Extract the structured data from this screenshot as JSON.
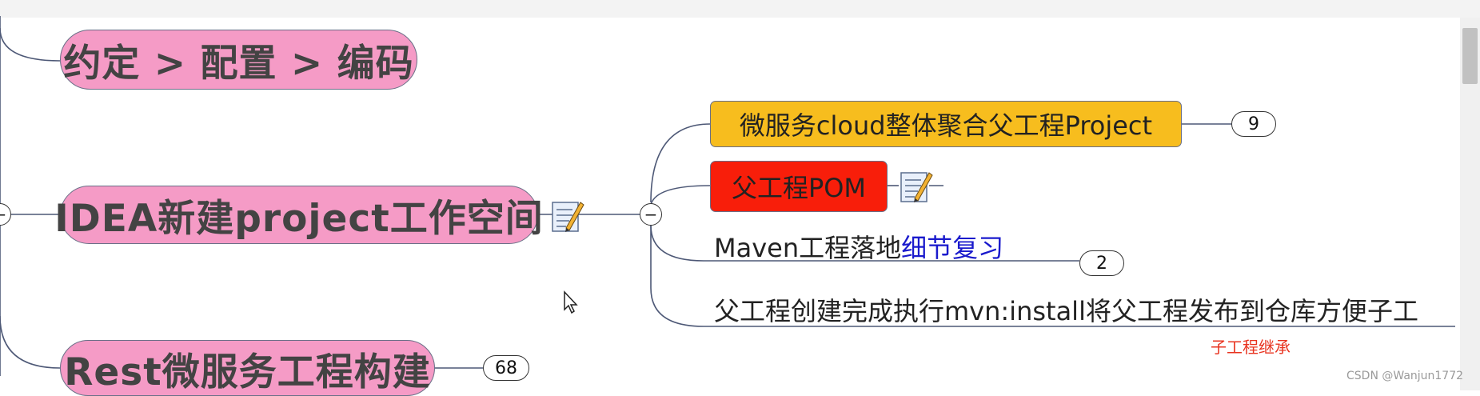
{
  "nodes": {
    "convention": "约定 > 配置 > 编码",
    "idea_workspace": "IDEA新建project工作空间",
    "rest": "Rest微服务工程构建",
    "cloud_parent": "微服务cloud整体聚合父工程Project",
    "parent_pom": "父工程POM",
    "maven_prefix": "Maven工程落地",
    "maven_link": "细节复习",
    "install_note": "父工程创建完成执行mvn:install将父工程发布到仓库方便子工",
    "child_inherit": "子工程继承"
  },
  "badges": {
    "cloud_parent_count": "9",
    "maven_count": "2",
    "rest_count": "68"
  },
  "collapse_symbol": "−",
  "icons": {
    "note": "note-pencil-icon",
    "cursor": "mouse-pointer-icon"
  },
  "watermark": "CSDN @Wanjun1772",
  "colors": {
    "pink": "#f59bc6",
    "yellow": "#f7bd1e",
    "red": "#f81e0a",
    "link_blue": "#1a1acc",
    "annotation_red": "#e8331f"
  }
}
